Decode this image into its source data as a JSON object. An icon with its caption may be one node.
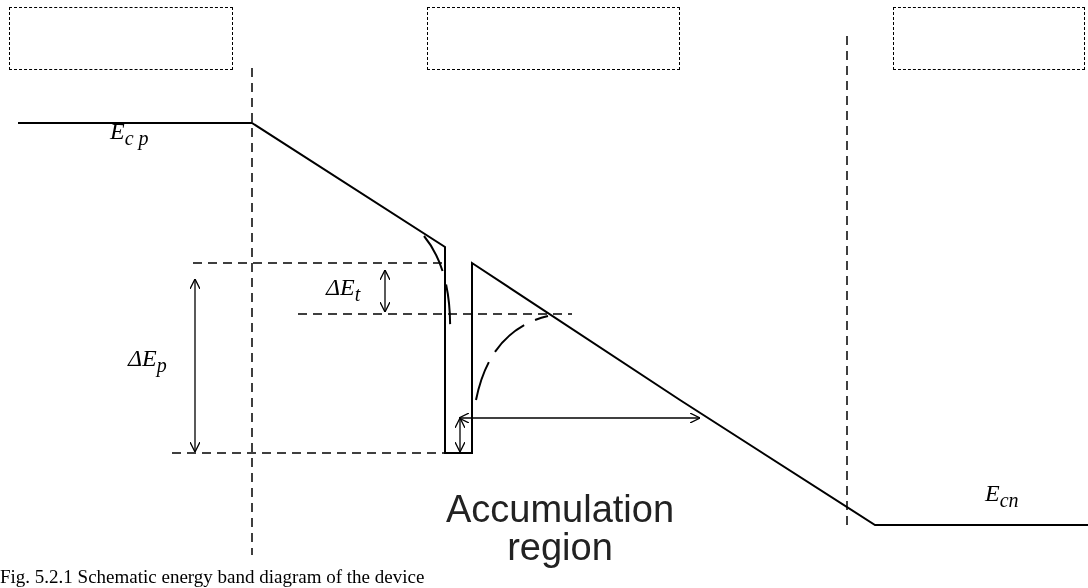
{
  "diagram": {
    "caption": "Fig. 5.2.1 Schematic energy band diagram of the device",
    "nodes": [
      {
        "text": [],
        "shape": "box"
      },
      {
        "text": [],
        "shape": "box"
      },
      {
        "text": [],
        "shape": "box"
      }
    ],
    "labels": [
      "*E*$_{c p}$",
      "*ΔE*$_{t}$",
      "*ΔE*$_{p}$",
      "*E*$_{cn}$",
      "Accumulation region"
    ]
  }
}
